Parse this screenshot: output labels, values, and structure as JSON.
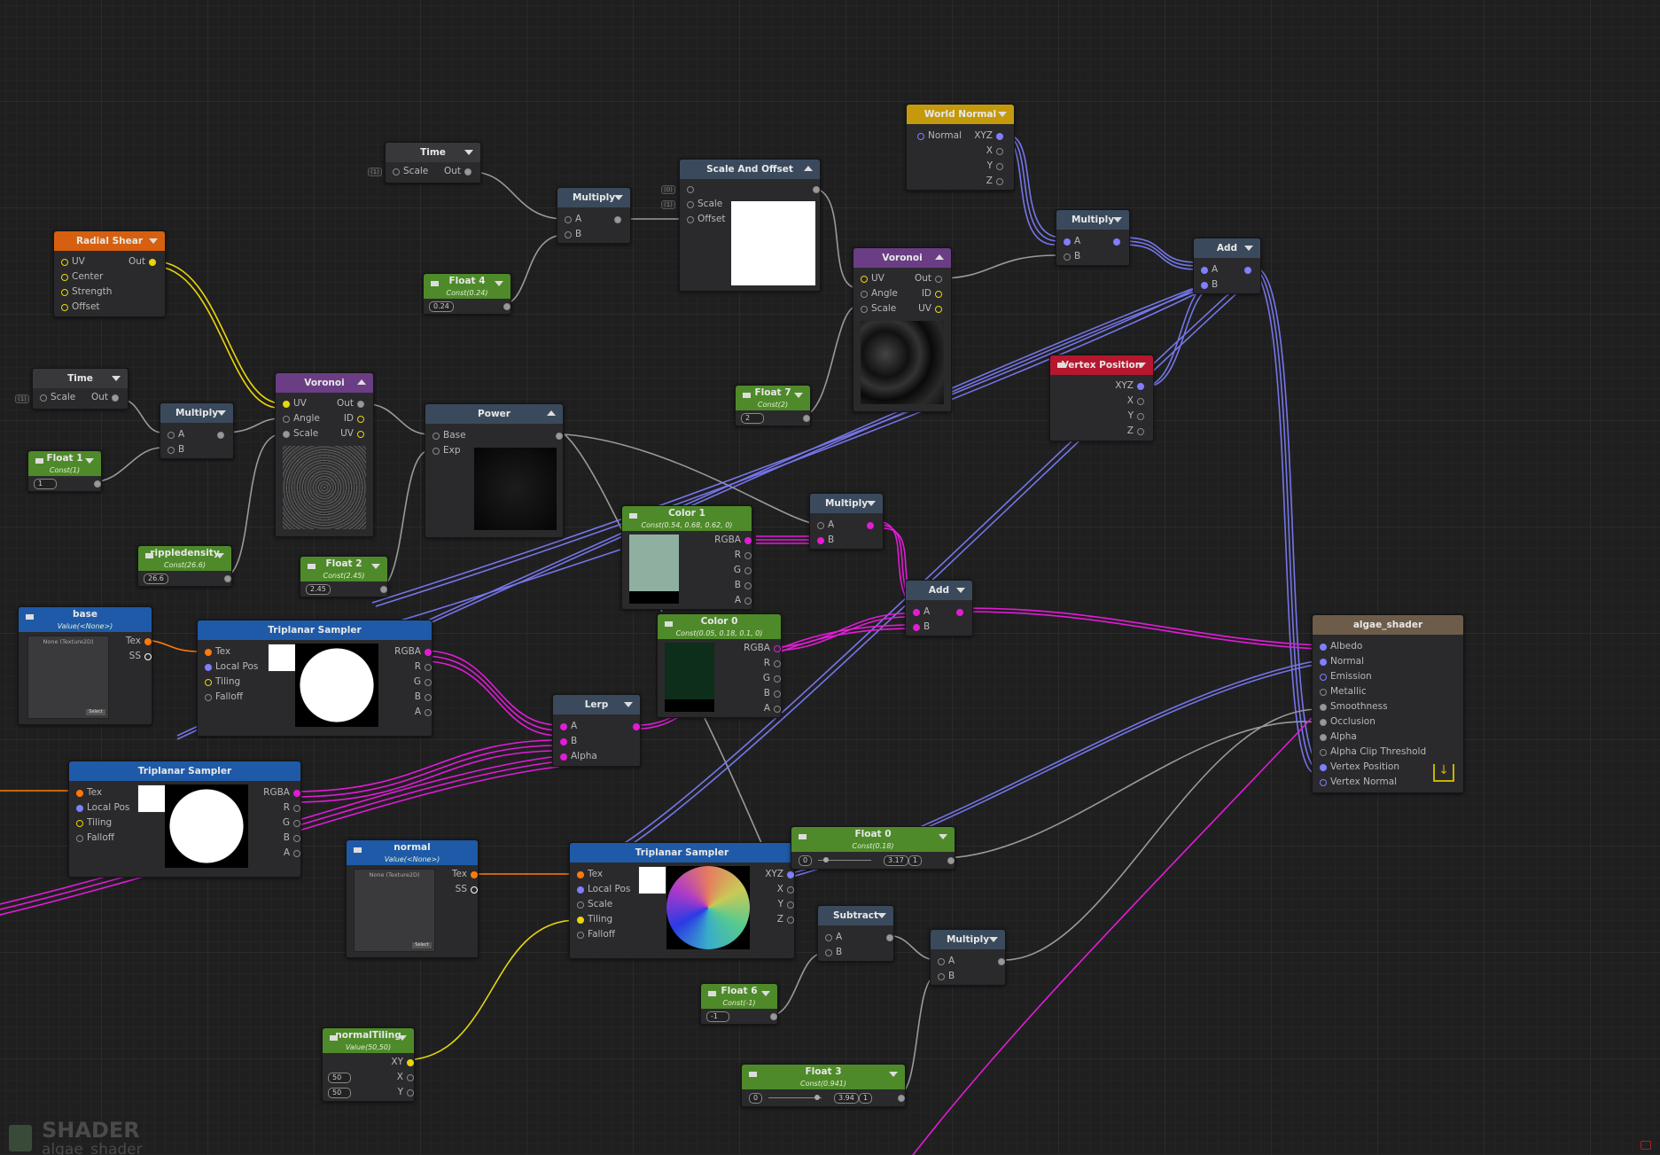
{
  "watermark": {
    "title": "SHADER",
    "subtitle": "algae_shader"
  },
  "nodes": {
    "world_normal": {
      "title": "World Normal",
      "in_normal": "Normal",
      "out_xyz": "XYZ",
      "out_x": "X",
      "out_y": "Y",
      "out_z": "Z"
    },
    "time_top": {
      "title": "Time",
      "side": "(1)",
      "in_scale": "Scale",
      "out": "Out"
    },
    "multiply_top": {
      "title": "Multiply",
      "a": "A",
      "b": "B"
    },
    "scale_offset": {
      "title": "Scale And Offset",
      "side1": "(0)",
      "side2": "(1)",
      "scale": "Scale",
      "offset": "Offset"
    },
    "float4": {
      "title": "Float 4",
      "sub": "Const(0.24)",
      "value": "0.24"
    },
    "voronoi_right": {
      "title": "Voronoi",
      "uv": "UV",
      "angle": "Angle",
      "scale": "Scale",
      "out": "Out",
      "id": "ID",
      "out_uv": "UV"
    },
    "multiply_wn": {
      "title": "Multiply",
      "a": "A",
      "b": "B"
    },
    "add_top": {
      "title": "Add",
      "a": "A",
      "b": "B"
    },
    "radial_shear": {
      "title": "Radial Shear",
      "uv": "UV",
      "center": "Center",
      "strength": "Strength",
      "offset": "Offset",
      "out": "Out"
    },
    "time_left": {
      "title": "Time",
      "side": "(1)",
      "in_scale": "Scale",
      "out": "Out"
    },
    "multiply_left": {
      "title": "Multiply",
      "a": "A",
      "b": "B"
    },
    "float1": {
      "title": "Float 1",
      "sub": "Const(1)",
      "value": "1"
    },
    "voronoi_left": {
      "title": "Voronoi",
      "uv": "UV",
      "angle": "Angle",
      "scale": "Scale",
      "out": "Out",
      "id": "ID",
      "out_uv": "UV"
    },
    "power": {
      "title": "Power",
      "base": "Base",
      "exp": "Exp"
    },
    "float7": {
      "title": "Float 7",
      "sub": "Const(2)",
      "value": "2"
    },
    "vertex_position": {
      "title": "Vertex Position",
      "xyz": "XYZ",
      "x": "X",
      "y": "Y",
      "z": "Z"
    },
    "multiply_mid": {
      "title": "Multiply",
      "a": "A",
      "b": "B"
    },
    "color1": {
      "title": "Color 1",
      "sub": "Const(0.54, 0.68, 0.62, 0)",
      "rgba": "RGBA",
      "r": "R",
      "g": "G",
      "b": "B",
      "a": "A",
      "swatch": "#8fb0a0"
    },
    "rippledensity": {
      "title": "rippledensity",
      "sub": "Const(26.6)",
      "value": "26.6"
    },
    "float2": {
      "title": "Float 2",
      "sub": "Const(2.45)",
      "value": "2.45"
    },
    "add_mid": {
      "title": "Add",
      "a": "A",
      "b": "B"
    },
    "color0": {
      "title": "Color 0",
      "sub": "Const(0.05, 0.18, 0.1, 0)",
      "rgba": "RGBA",
      "r": "R",
      "g": "G",
      "b": "B",
      "a": "A",
      "swatch": "#0d2e1a"
    },
    "base": {
      "title": "base",
      "sub": "Value(<None>)",
      "tex": "Tex",
      "ss": "SS",
      "tex_label": "None (Texture2D)",
      "select": "Select"
    },
    "tri1": {
      "title": "Triplanar Sampler",
      "tex": "Tex",
      "localpos": "Local Pos",
      "tiling": "Tiling",
      "falloff": "Falloff",
      "rgba": "RGBA",
      "r": "R",
      "g": "G",
      "b": "B",
      "a": "A"
    },
    "lerp": {
      "title": "Lerp",
      "a": "A",
      "b": "B",
      "alpha": "Alpha"
    },
    "algae": {
      "title": "algae_shader",
      "albedo": "Albedo",
      "normal": "Normal",
      "emission": "Emission",
      "metallic": "Metallic",
      "smoothness": "Smoothness",
      "occlusion": "Occlusion",
      "alpha": "Alpha",
      "alphaclip": "Alpha Clip Threshold",
      "vpos": "Vertex Position",
      "vnormal": "Vertex Normal"
    },
    "tri2": {
      "title": "Triplanar Sampler",
      "tex": "Tex",
      "localpos": "Local Pos",
      "tiling": "Tiling",
      "falloff": "Falloff",
      "rgba": "RGBA",
      "r": "R",
      "g": "G",
      "b": "B",
      "a": "A"
    },
    "normal": {
      "title": "normal",
      "sub": "Value(<None>)",
      "tex": "Tex",
      "ss": "SS",
      "tex_label": "None (Texture2D)",
      "select": "Select"
    },
    "tri3": {
      "title": "Triplanar Sampler",
      "tex": "Tex",
      "localpos": "Local Pos",
      "scale": "Scale",
      "tiling": "Tiling",
      "falloff": "Falloff",
      "xyz": "XYZ",
      "x": "X",
      "y": "Y",
      "z": "Z"
    },
    "float0": {
      "title": "Float 0",
      "sub": "Const(0.18)",
      "min": "0",
      "val": "3.17",
      "max": "1"
    },
    "subtract": {
      "title": "Subtract",
      "a": "A",
      "b": "B"
    },
    "multiply_br": {
      "title": "Multiply",
      "a": "A",
      "b": "B"
    },
    "float6": {
      "title": "Float 6",
      "sub": "Const(-1)",
      "value": "-1"
    },
    "normal_tiling": {
      "title": "normalTiling",
      "sub": "Value(50,50)",
      "xy": "XY",
      "x": "X",
      "y": "Y",
      "vx": "50",
      "vy": "50"
    },
    "float3": {
      "title": "Float 3",
      "sub": "Const(0.941)",
      "min": "0",
      "val": "3.94",
      "max": "1"
    }
  },
  "colors": {
    "float": "#9a9a9a",
    "vec2": "#e8d60c",
    "vec3": "#7f7fff",
    "vec4": "#e21cd6",
    "texture": "#ff7a0a"
  }
}
